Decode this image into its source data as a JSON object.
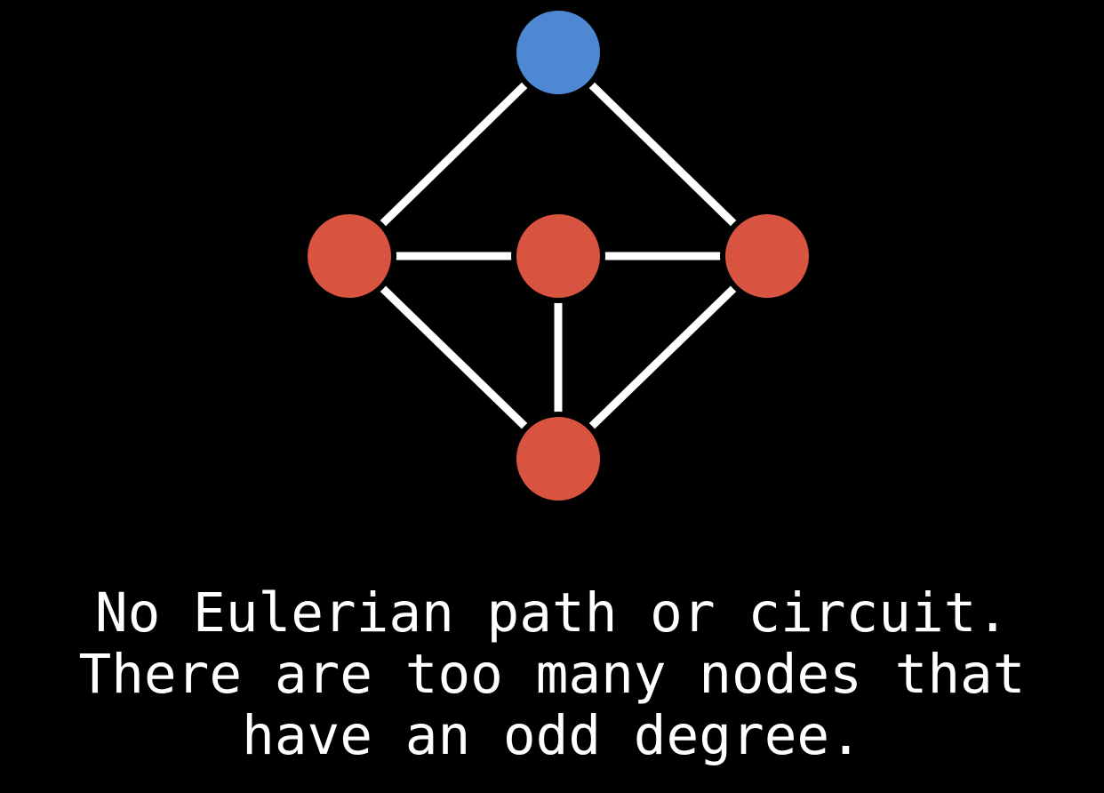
{
  "colors": {
    "background": "#000000",
    "edge": "#ffffff",
    "node_default": "#d95440",
    "node_highlight": "#4e87d2",
    "caption": "#ffffff"
  },
  "graph": {
    "nodes": [
      {
        "id": "top",
        "role": "highlight"
      },
      {
        "id": "left",
        "role": "default"
      },
      {
        "id": "center",
        "role": "default"
      },
      {
        "id": "right",
        "role": "default"
      },
      {
        "id": "bottom",
        "role": "default"
      }
    ],
    "edges": [
      [
        "top",
        "left"
      ],
      [
        "top",
        "right"
      ],
      [
        "left",
        "center"
      ],
      [
        "center",
        "right"
      ],
      [
        "left",
        "bottom"
      ],
      [
        "center",
        "bottom"
      ],
      [
        "right",
        "bottom"
      ]
    ]
  },
  "caption": {
    "lines": [
      "No Eulerian path or circuit.",
      "There are too many nodes that",
      "have an odd degree."
    ]
  }
}
